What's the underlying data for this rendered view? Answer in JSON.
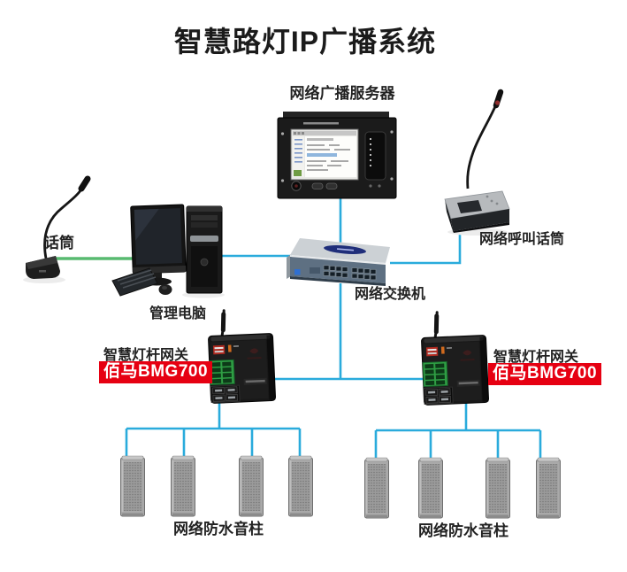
{
  "title": "智慧路灯IP广播系统",
  "colors": {
    "line_blue": "#2aabdc",
    "line_green": "#58ba70",
    "badge_red": "#e60012",
    "badge_text": "#ffffff"
  },
  "nodes": {
    "server": {
      "label": "网络广播服务器",
      "type": "rack-broadcast-server"
    },
    "desk_mic": {
      "label": "话筒",
      "type": "gooseneck-microphone"
    },
    "pc": {
      "label": "管理电脑",
      "type": "desktop-computer"
    },
    "switch": {
      "label": "网络交换机",
      "type": "16-port-network-switch"
    },
    "call_mic": {
      "label": "网络呼叫话筒",
      "type": "network-paging-microphone"
    },
    "gateway_left": {
      "label": "智慧灯杆网关",
      "badge": "佰马BMG700",
      "type": "smart-pole-gateway"
    },
    "gateway_right": {
      "label": "智慧灯杆网关",
      "badge": "佰马BMG700",
      "type": "smart-pole-gateway"
    },
    "speaker_group_left": {
      "label": "网络防水音柱",
      "count": 4,
      "type": "waterproof-column-speakers"
    },
    "speaker_group_right": {
      "label": "网络防水音柱",
      "count": 4,
      "type": "waterproof-column-speakers"
    }
  },
  "connections": [
    {
      "from": "desk_mic",
      "to": "pc",
      "color": "green"
    },
    {
      "from": "pc",
      "to": "switch",
      "color": "blue"
    },
    {
      "from": "server",
      "to": "switch",
      "color": "blue"
    },
    {
      "from": "call_mic",
      "to": "switch",
      "color": "blue"
    },
    {
      "from": "switch",
      "to": "gateway_left",
      "color": "blue"
    },
    {
      "from": "switch",
      "to": "gateway_right",
      "color": "blue"
    },
    {
      "from": "gateway_left",
      "to": "speaker_group_left",
      "color": "blue"
    },
    {
      "from": "gateway_right",
      "to": "speaker_group_right",
      "color": "blue"
    }
  ]
}
